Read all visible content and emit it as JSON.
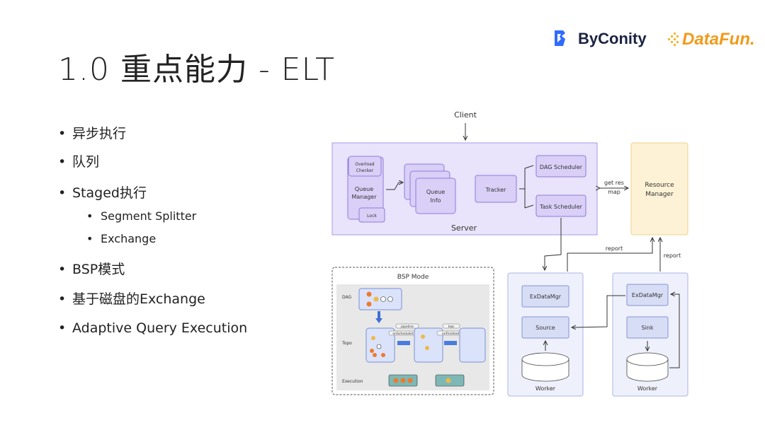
{
  "title": "1.0 重点能力 - ELT",
  "logos": {
    "byconity": "ByConity",
    "datafun": "DataFun."
  },
  "bullets": [
    {
      "text": "异步执行",
      "level": 1
    },
    {
      "text": "队列",
      "level": 1
    },
    {
      "text": "Staged执行",
      "level": 1
    },
    {
      "text": "Segment Splitter",
      "level": 2
    },
    {
      "text": "Exchange",
      "level": 2
    },
    {
      "text": "BSP模式",
      "level": 1
    },
    {
      "text": "基于磁盘的Exchange",
      "level": 1
    },
    {
      "text": "Adaptive Query Execution",
      "level": 1
    }
  ],
  "diagram": {
    "client": "Client",
    "server": "Server",
    "overload_checker_1": "Overload",
    "overload_checker_2": "Checker",
    "queue_manager_1": "Queue",
    "queue_manager_2": "Manager",
    "lock": "Lock",
    "queue_info_1": "Queue",
    "queue_info_2": "Info",
    "tracker": "Tracker",
    "dag_scheduler": "DAG Scheduler",
    "task_scheduler": "Task Scheduler",
    "get_res_map_1": "get res",
    "get_res_map_2": "map",
    "resource_manager_1": "Resource",
    "resource_manager_2": "Manager",
    "report_1": "report",
    "report_2": "report",
    "bsp_mode": "BSP Mode",
    "dag": "DAG",
    "topo": "Topo",
    "execution": "Execution",
    "pipeline": "pipeline",
    "on_scheduled": "onScheduled",
    "bsp": "bsp",
    "on_finished": "onFinished",
    "worker_left": {
      "exdatamgr": "ExDataMgr",
      "source": "Source",
      "label": "Worker"
    },
    "worker_right": {
      "exdatamgr": "ExDataMgr",
      "sink": "Sink",
      "label": "Worker"
    }
  },
  "colors": {
    "server_fill": "#e9e3fb",
    "server_stroke": "#a99be6",
    "node_fill": "#d9cff7",
    "resource_fill": "#fdf2d6",
    "resource_stroke": "#f0d38c",
    "worker_fill": "#eef1fb",
    "worker_stroke": "#a9b5e6",
    "worker_node": "#d7ddf5",
    "datafun_orange": "#f29a1a",
    "byconity_blue": "#2f6bff"
  }
}
